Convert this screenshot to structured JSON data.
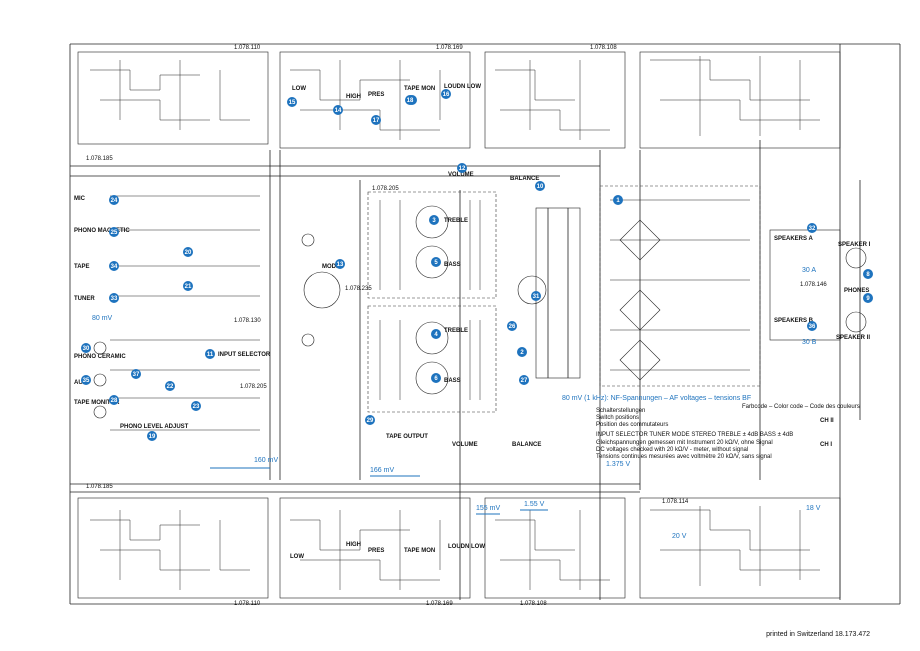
{
  "boards": {
    "b1": "1.078.110",
    "b2": "1.078.169",
    "b3": "1.078.108",
    "b4": "1.078.185",
    "b5": "1.078.205",
    "b6": "1.078.130",
    "b7": "1.078.205",
    "b8": "1.078.235",
    "b9": "1.078.146",
    "b10": "1.078.185",
    "b11": "1.078.110",
    "b12": "1.078.169",
    "b13": "1.078.108",
    "b14": "1.078.114"
  },
  "inputs": {
    "mic": "MIC",
    "phono_mag": "PHONO MAGNETIC",
    "tape": "TAPE",
    "tuner": "TUNER",
    "phono_cer": "PHONO CERAMIC",
    "aux": "AUX",
    "tape_mon": "TAPE MONITOR",
    "phono_adj": "PHONO LEVEL ADJUST"
  },
  "controls": {
    "low": "LOW",
    "high": "HIGH",
    "pres": "PRES",
    "tape_mon": "TAPE MON",
    "loudn": "LOUDN LOW",
    "volume": "VOLUME",
    "balance": "BALANCE",
    "treble": "TREBLE",
    "bass": "BASS",
    "mode": "MODE",
    "input_selector": "INPUT SELECTOR",
    "tape_output": "TAPE OUTPUT",
    "speakers_a": "SPEAKERS A",
    "speakers_b": "SPEAKERS B",
    "speaker_i": "SPEAKER I",
    "speaker_ii": "SPEAKER II",
    "phones": "PHONES"
  },
  "voltages": {
    "v80": "80 mV",
    "v160": "160 mV",
    "v166": "166 mV",
    "v155": "155 mV",
    "v155v": "1.55 V",
    "v1375": "1.375 V",
    "v20": "20 V",
    "v18": "18 V",
    "ab_a": "30 A",
    "ab_b": "30 B"
  },
  "markers": [
    "1",
    "2",
    "3",
    "4",
    "5",
    "6",
    "7",
    "8",
    "9",
    "10",
    "11",
    "12",
    "13",
    "14",
    "15",
    "16",
    "17",
    "18",
    "19",
    "20",
    "21",
    "22",
    "23",
    "24",
    "25",
    "26",
    "27",
    "28",
    "29",
    "30",
    "31",
    "32",
    "33",
    "34",
    "35",
    "36",
    "37"
  ],
  "legend": {
    "title": "80 mV (1 kHz): NF-Spannungen – AF voltages – tensions BF",
    "setup_de": "Schalterstellungen",
    "setup_en": "Switch positions",
    "setup_fr": "Position des commutateurs",
    "setup_values": "INPUT SELECTOR  TUNER   MODE  STEREO   TREBLE  ± 4dB   BASS  ± 4dB",
    "meas_de": "Gleichspannungen gemessen mit Instrument 20 kΩ/V, ohne Signal",
    "meas_en": "DC voltages checked with 20 kΩ/V - meter, without signal",
    "meas_fr": "Tensions continues mesurées avec voltmètre 20 kΩ/V, sans signal",
    "color_code_title": "Farbcode – Color code – Code des couleurs",
    "ch2": "CH II",
    "ch1": "CH I"
  },
  "footer": "printed in Switzerland 18.173.472"
}
